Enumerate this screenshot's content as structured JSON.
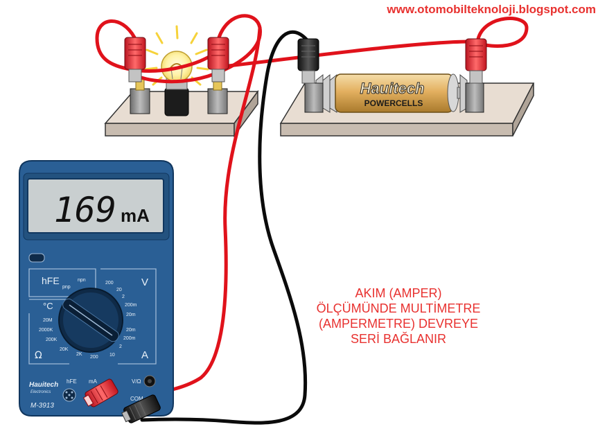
{
  "header": {
    "url": "www.otomobilteknoloji.blogspot.com"
  },
  "battery": {
    "brand": "Hauitech",
    "label": "POWERCELLS"
  },
  "multimeter": {
    "display_value": "169",
    "display_unit": "mA",
    "brand": "Hauitech",
    "brand_sub": "Electronics",
    "model": "M-3913",
    "dial": {
      "hfe": "hFE",
      "npn": "npn",
      "pnp": "pnp",
      "celsius": "°C",
      "volt": "V",
      "ohm": "Ω",
      "amp": "A",
      "v_ranges": [
        "200",
        "20",
        "2",
        "200m",
        "20m"
      ],
      "ohm_ranges": [
        "20M",
        "2000K",
        "200K",
        "20K",
        "2K",
        "200"
      ],
      "a_ranges": [
        "20m",
        "200m",
        "2",
        "10"
      ]
    },
    "jacks": {
      "hfe": "hFE",
      "ma": "mA",
      "vohm": "V/Ω",
      "com": "COM"
    }
  },
  "caption": {
    "lines": [
      "AKIM (AMPER)",
      "ÖLÇÜMÜNDE MULTİMETRE",
      "(AMPERMETRE) DEVREYE",
      "SERİ BAĞLANIR"
    ]
  },
  "colors": {
    "wire_red": "#e0121b",
    "wire_black": "#0b0b0b",
    "meter_body": "#2a5f95",
    "lcd": "#c9cfd0",
    "caption": "#e8312f"
  }
}
